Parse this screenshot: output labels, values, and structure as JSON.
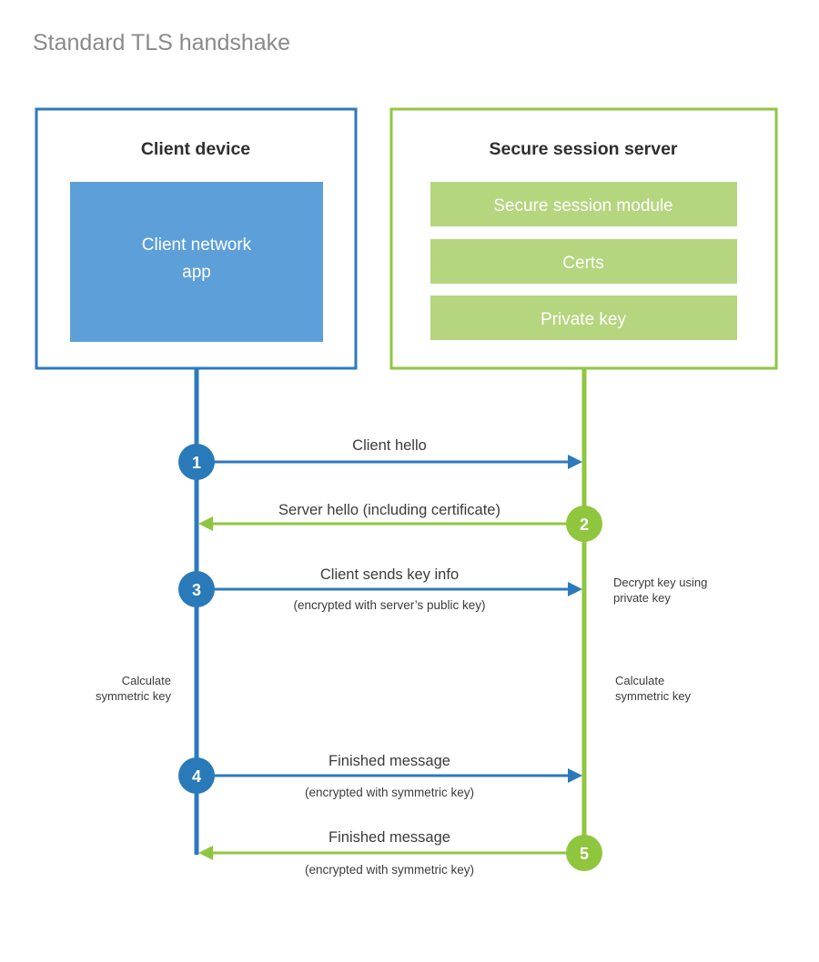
{
  "title": "Standard TLS handshake",
  "colors": {
    "blue_border": "#2d79bd",
    "blue_fill": "#5d9fd8",
    "blue_circle": "#2a7ab9",
    "green_border": "#8fc640",
    "green_fill": "#b5d57f",
    "green_circle": "#8fc63e",
    "title_gray": "#8a8a8a",
    "text_dark": "#3b3b3b",
    "background": "#ffffff"
  },
  "parties": {
    "client": {
      "title": "Client device",
      "panels": [
        {
          "label": "Client network app",
          "line1": "Client network",
          "line2": "app"
        }
      ]
    },
    "server": {
      "title": "Secure session server",
      "panels": [
        {
          "label": "Secure session module"
        },
        {
          "label": "Certs"
        },
        {
          "label": "Private key"
        }
      ]
    }
  },
  "messages": [
    {
      "number": "1",
      "label": "Client hello",
      "sublabel": "",
      "direction": "client-to-server",
      "color": "blue"
    },
    {
      "number": "2",
      "label": "Server hello (including certificate)",
      "sublabel": "",
      "direction": "server-to-client",
      "color": "green"
    },
    {
      "number": "3",
      "label": "Client sends key info",
      "sublabel": "(encrypted with server’s public key)",
      "direction": "client-to-server",
      "color": "blue"
    },
    {
      "number": "4",
      "label": "Finished message",
      "sublabel": "(encrypted with symmetric key)",
      "direction": "client-to-server",
      "color": "blue"
    },
    {
      "number": "5",
      "label": "Finished message",
      "sublabel": "(encrypted with symmetric key)",
      "direction": "server-to-client",
      "color": "green"
    }
  ],
  "notes": {
    "decrypt": {
      "line1": "Decrypt key using",
      "line2": "private key"
    },
    "client_calc": {
      "line1": "Calculate",
      "line2": "symmetric key"
    },
    "server_calc": {
      "line1": "Calculate",
      "line2": "symmetric key"
    }
  }
}
